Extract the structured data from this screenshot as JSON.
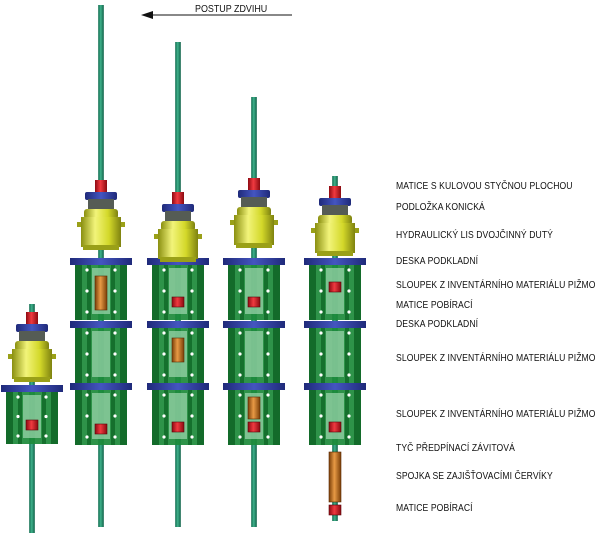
{
  "progress": {
    "label": "POSTUP ZDVIHU"
  },
  "labels": [
    "MATICE S KULOVOU STYČNOU PLOCHOU",
    "PODLOŽKA KONICKÁ",
    "HYDRAULICKÝ LIS DVOJČINNÝ DUTÝ",
    "DESKA PODKLADNÍ",
    "SLOUPEK Z INVENTÁRNÍHO MATERIÁLU PIŽMO",
    "MATICE POBÍRACÍ",
    "DESKA PODKLADNÍ",
    "SLOUPEK Z INVENTÁRNÍHO MATERIÁLU PIŽMO",
    "SLOUPEK Z INVENTÁRNÍHO MATERIÁLU PIŽMO",
    "TYČ PŘEDPÍNACÍ ZÁVITOVÁ",
    "SPOJKA SE ZAJIŠŤOVACÍMI ČERVÍKY",
    "MATICE POBÍRACÍ"
  ],
  "colors": {
    "rod": "#1f8a6a",
    "frame": "#1c8a3a",
    "plate": "#2f3fa0",
    "nut": "#d0101c",
    "jack": "#d6dc2a",
    "coupler": "#c8721c"
  }
}
